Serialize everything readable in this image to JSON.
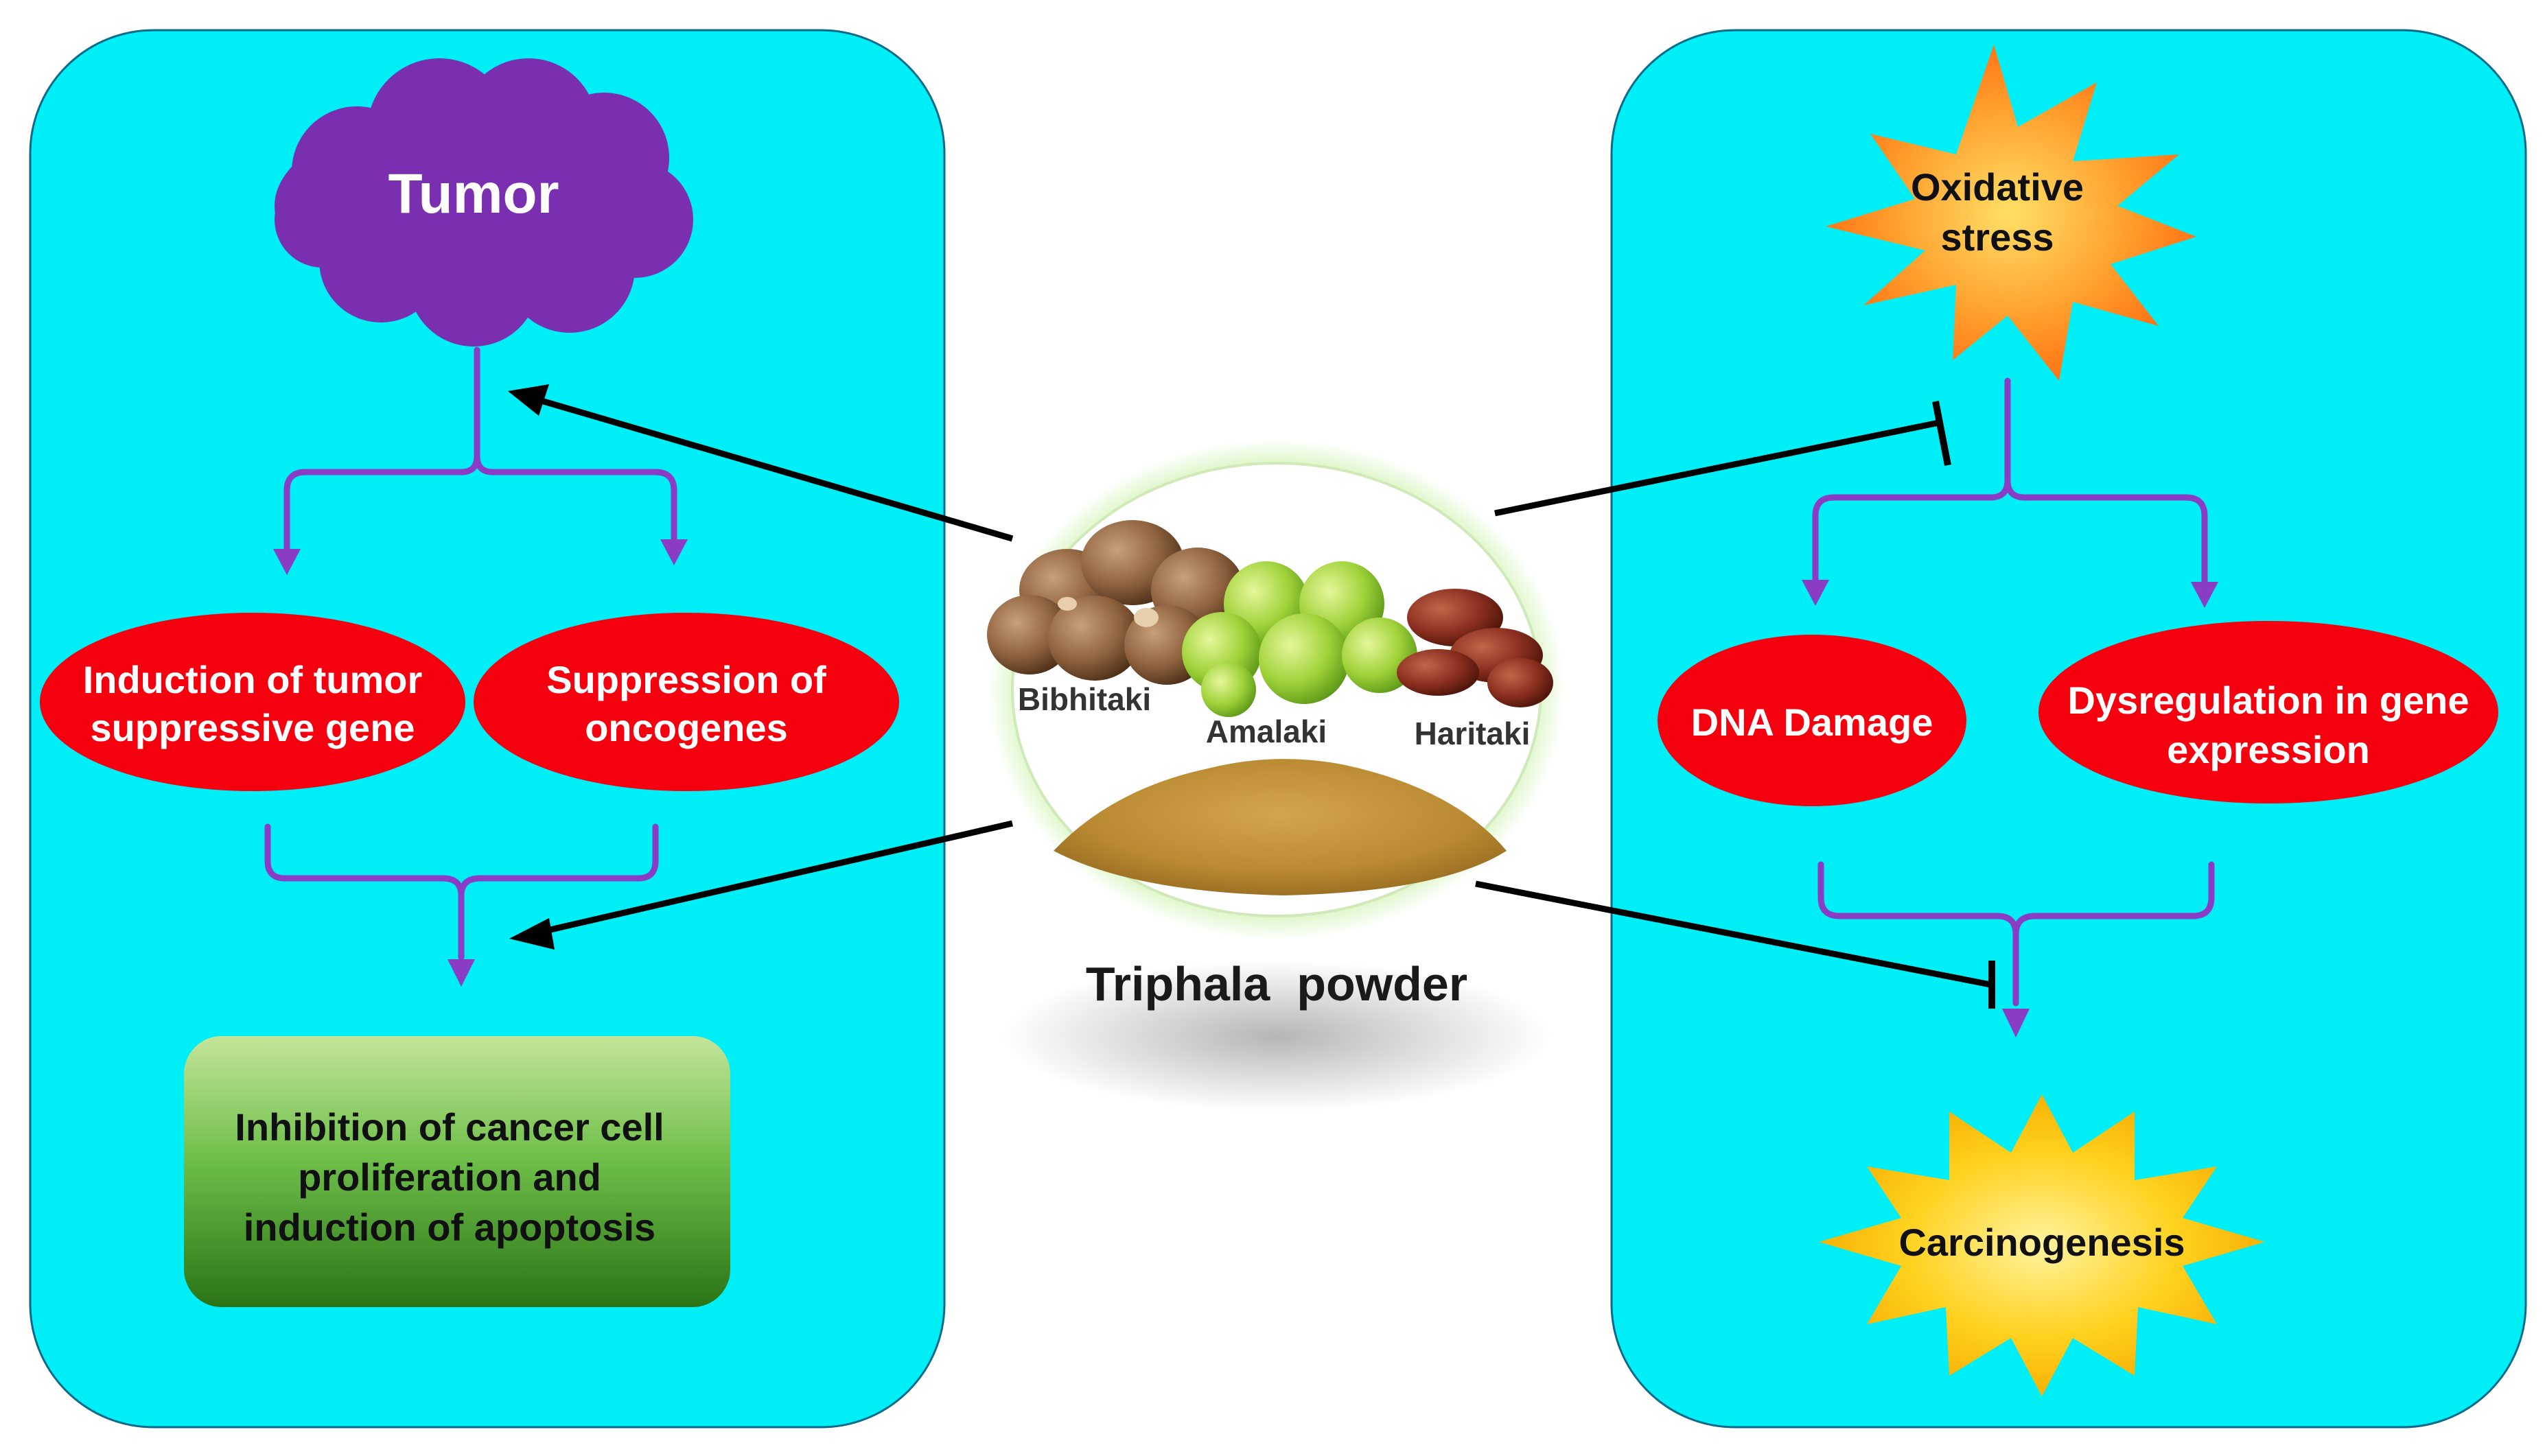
{
  "left_panel": {
    "tumor": "Tumor",
    "induction_line1": "Induction of tumor",
    "induction_line2": "suppressive gene",
    "suppression_line1": "Suppression of",
    "suppression_line2": "oncogenes",
    "outcome_line1": "Inhibition of cancer cell",
    "outcome_line2": "proliferation and",
    "outcome_line3": "induction of apoptosis"
  },
  "center": {
    "fruit_1": "Bibhitaki",
    "fruit_2": "Amalaki",
    "fruit_3": "Haritaki",
    "caption": "Triphala  powder"
  },
  "right_panel": {
    "stress_line1": "Oxidative",
    "stress_line2": "stress",
    "dna_damage": "DNA Damage",
    "dysreg_line1": "Dysregulation in gene",
    "dysreg_line2": "expression",
    "carcinogenesis": "Carcinogenesis"
  },
  "colors": {
    "panel": "#00eef6",
    "cloud": "#7a2fb0",
    "ellipse": "#f5000f",
    "bracket": "#8a3cc4",
    "green_box_top": "#b9dd8e",
    "green_box_bottom": "#2e7d1e",
    "starburst_orange": "#ff8a1c",
    "starburst_yellow": "#ffc61a"
  }
}
